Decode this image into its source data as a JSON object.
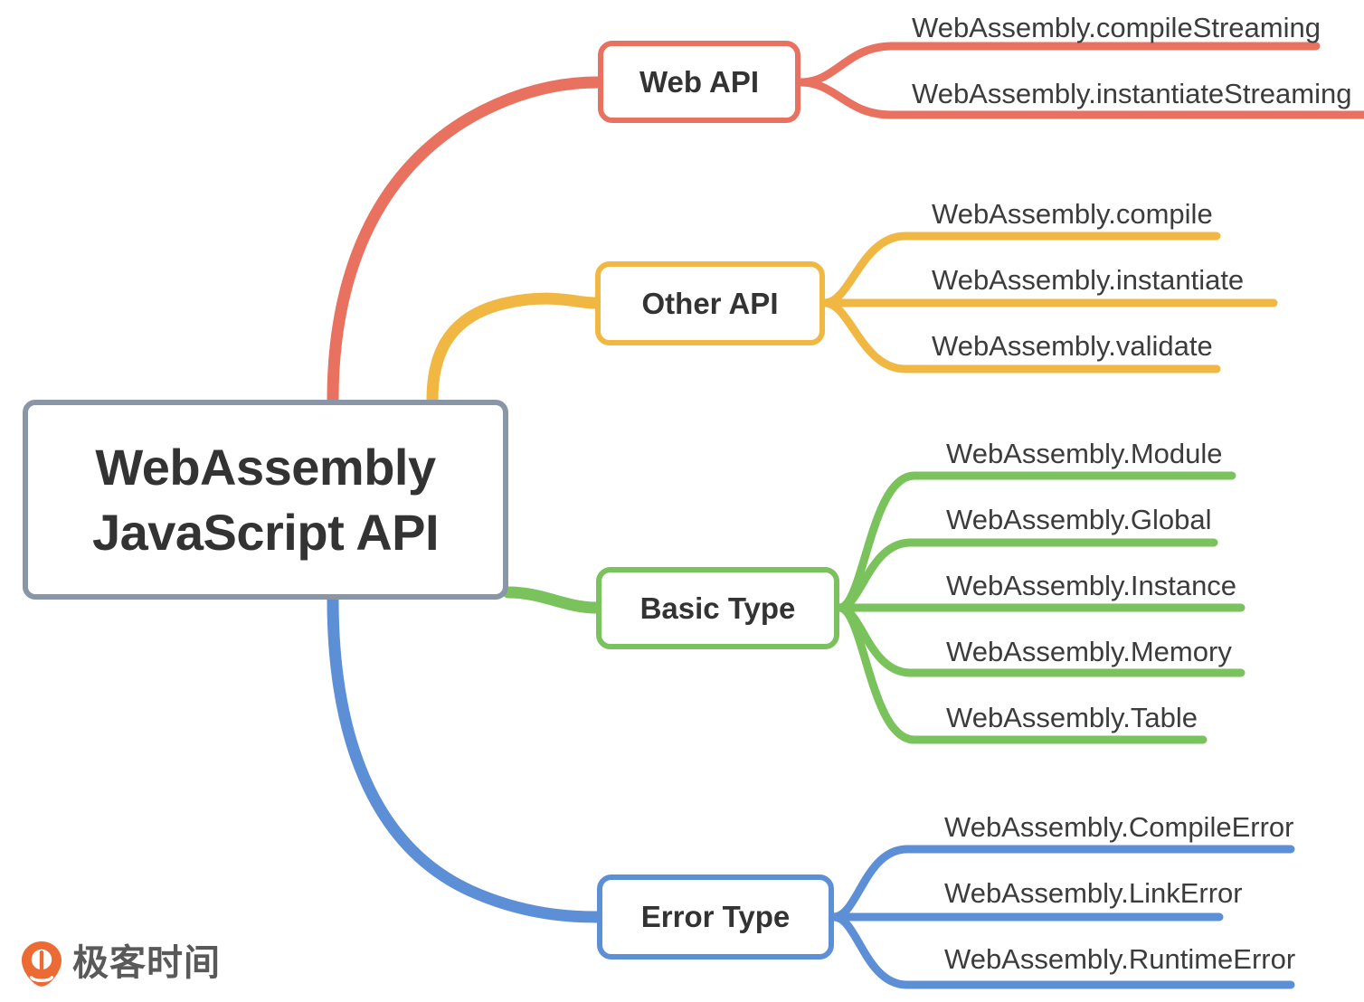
{
  "diagram": {
    "title": "WebAssembly JavaScript API",
    "type": "mindmap",
    "root": {
      "label": "WebAssembly\nJavaScript API",
      "line1": "WebAssembly",
      "line2": "JavaScript API",
      "border_color": "#8996a8"
    },
    "branches": [
      {
        "id": "web-api",
        "label": "Web API",
        "color": "#e97160",
        "children": [
          {
            "label": "WebAssembly.compileStreaming"
          },
          {
            "label": "WebAssembly.instantiateStreaming"
          }
        ]
      },
      {
        "id": "other-api",
        "label": "Other API",
        "color": "#f0b843",
        "children": [
          {
            "label": "WebAssembly.compile"
          },
          {
            "label": "WebAssembly.instantiate"
          },
          {
            "label": "WebAssembly.validate"
          }
        ]
      },
      {
        "id": "basic-type",
        "label": "Basic Type",
        "color": "#7ac25b",
        "children": [
          {
            "label": "WebAssembly.Module"
          },
          {
            "label": "WebAssembly.Global"
          },
          {
            "label": "WebAssembly.Instance"
          },
          {
            "label": "WebAssembly.Memory"
          },
          {
            "label": "WebAssembly.Table"
          }
        ]
      },
      {
        "id": "error-type",
        "label": "Error Type",
        "color": "#5c8fd6",
        "children": [
          {
            "label": "WebAssembly.CompileError"
          },
          {
            "label": "WebAssembly.LinkError"
          },
          {
            "label": "WebAssembly.RuntimeError"
          }
        ]
      }
    ]
  },
  "watermark": {
    "brand": "极客时间",
    "icon": "geektime-pin-logo",
    "icon_color": "#ec6b34",
    "text_color": "#595959"
  }
}
